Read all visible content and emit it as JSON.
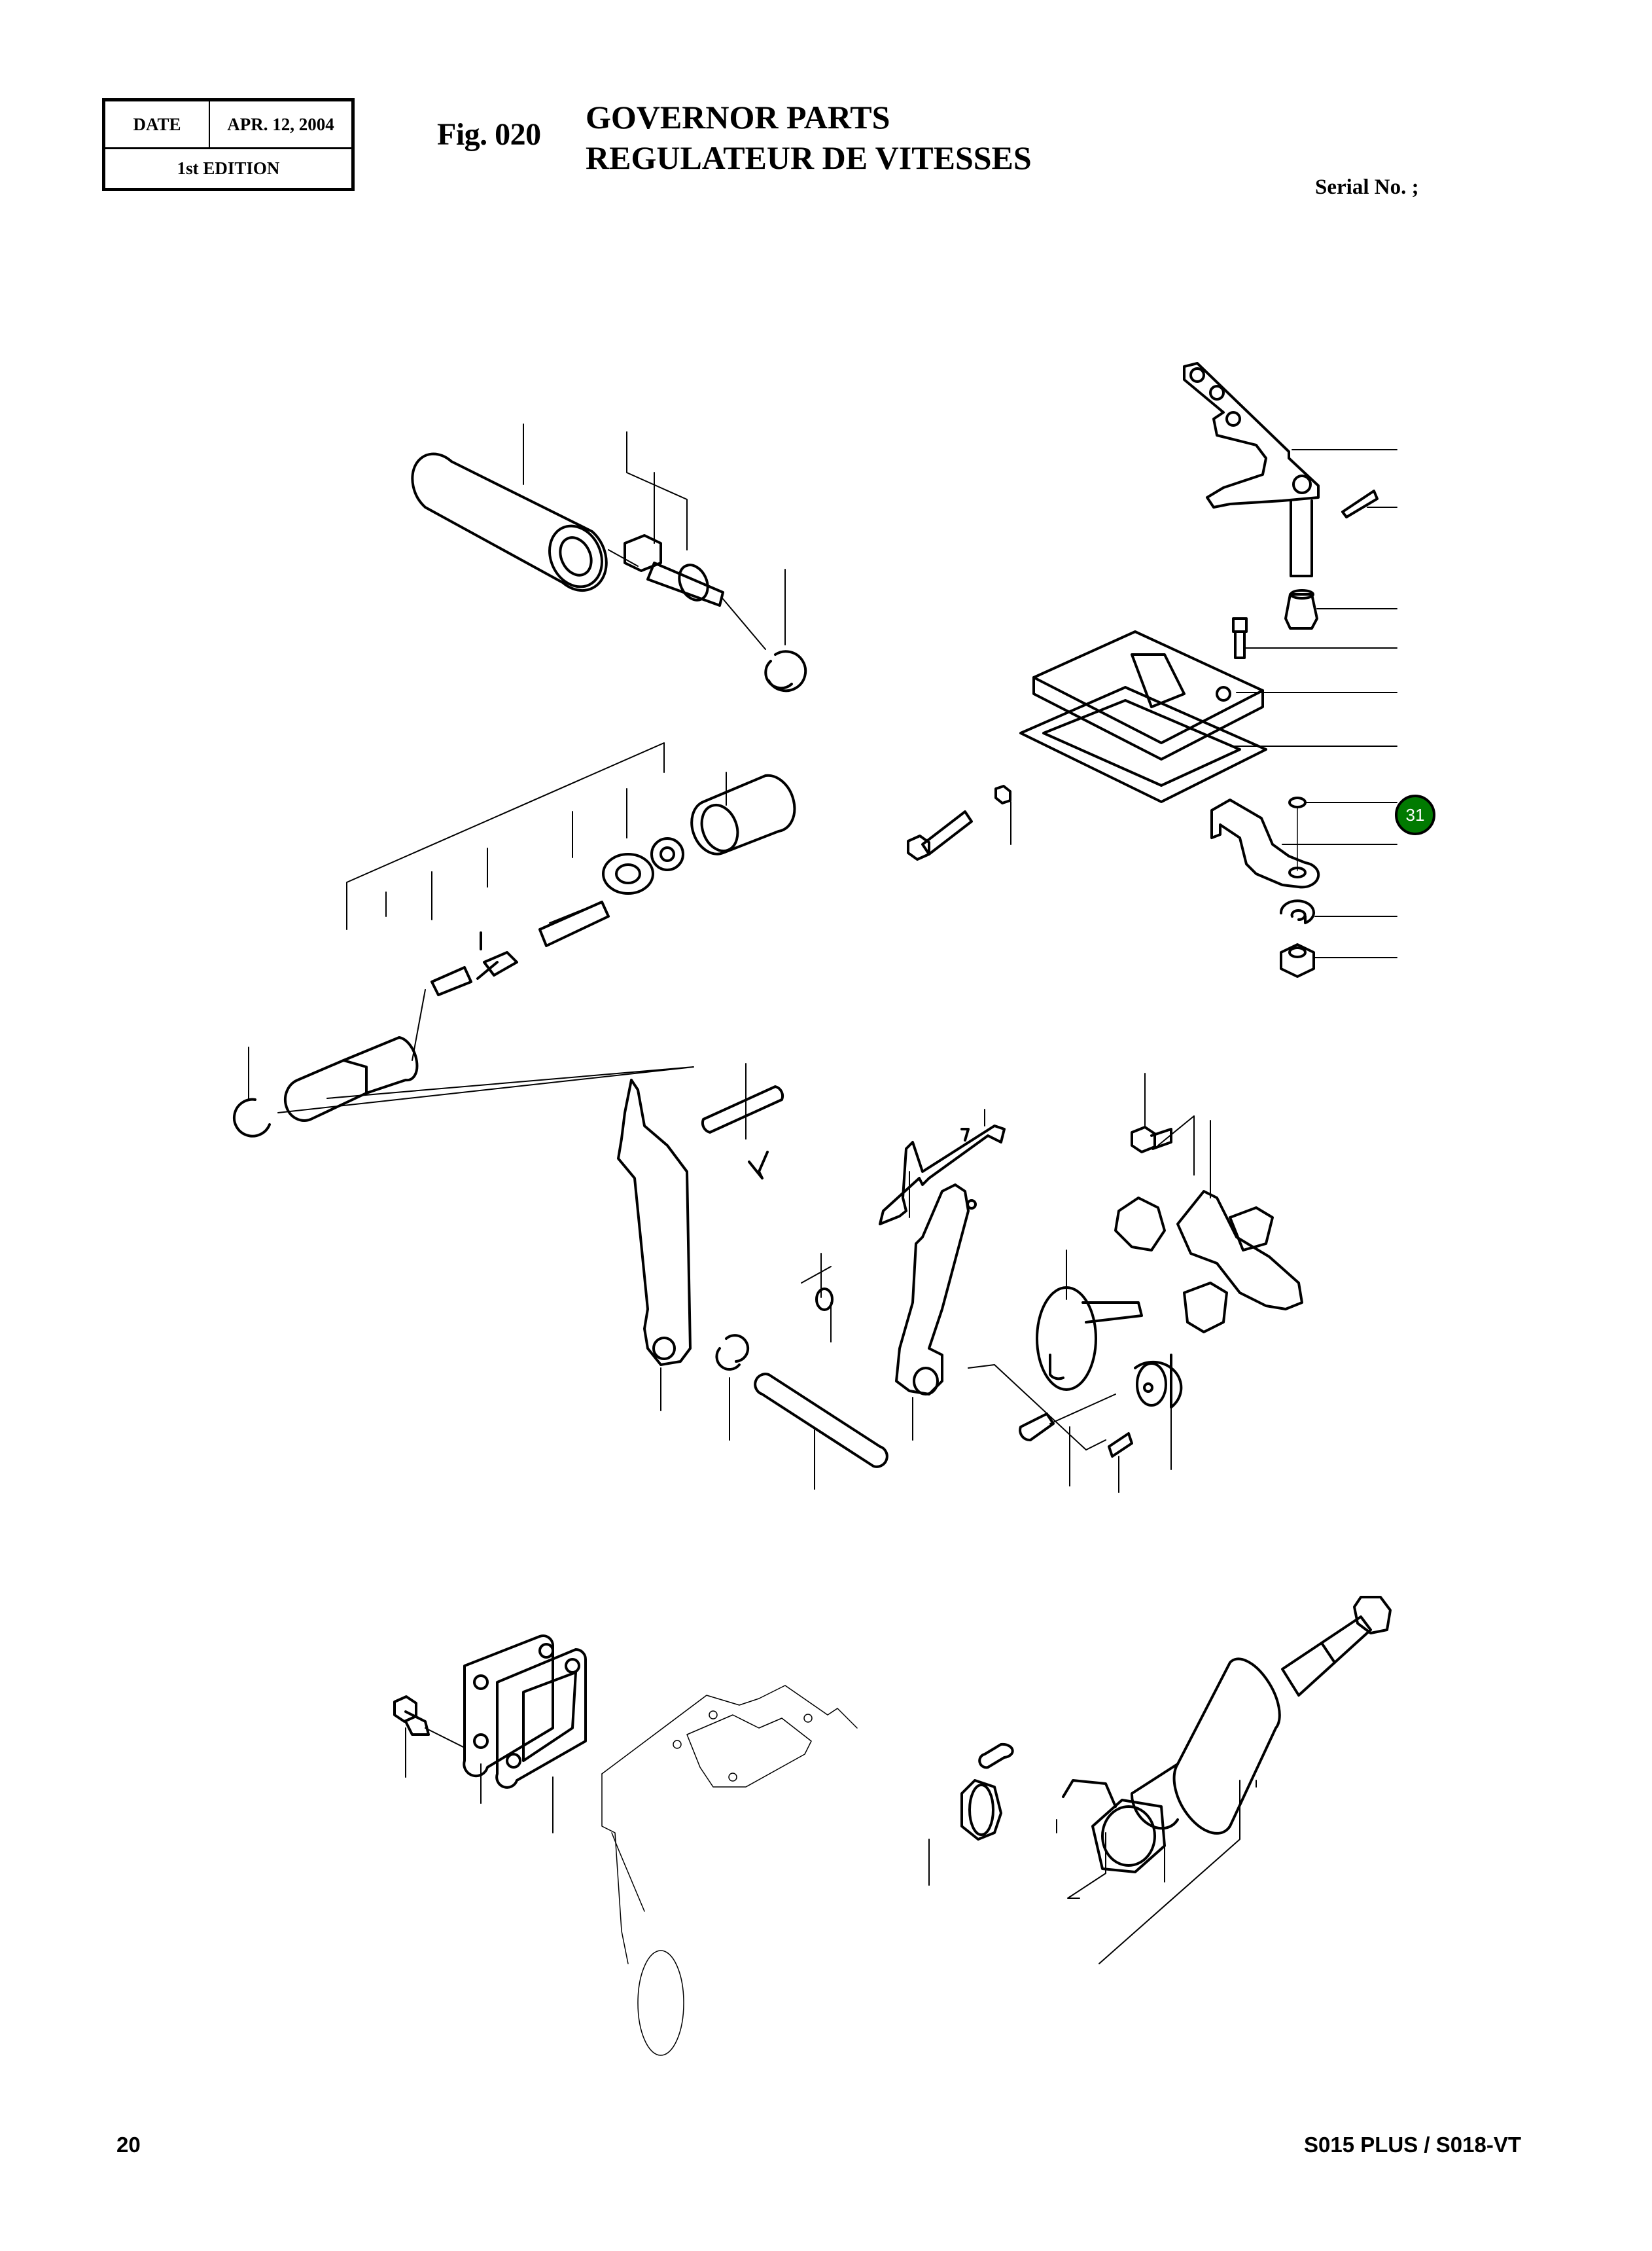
{
  "header": {
    "date_label": "DATE",
    "date_value": "APR. 12, 2004",
    "edition": "1st EDITION",
    "figure_number": "Fig. 020",
    "title_en": "GOVERNOR PARTS",
    "title_fr": "REGULATEUR DE VITESSES",
    "serial_label": "Serial No. ;"
  },
  "diagram": {
    "description": "Exploded view of governor parts",
    "callouts": [
      {
        "number": "31",
        "color": "#017a01"
      }
    ]
  },
  "footer": {
    "page_number": "20",
    "model": "S015 PLUS / S018-VT"
  }
}
